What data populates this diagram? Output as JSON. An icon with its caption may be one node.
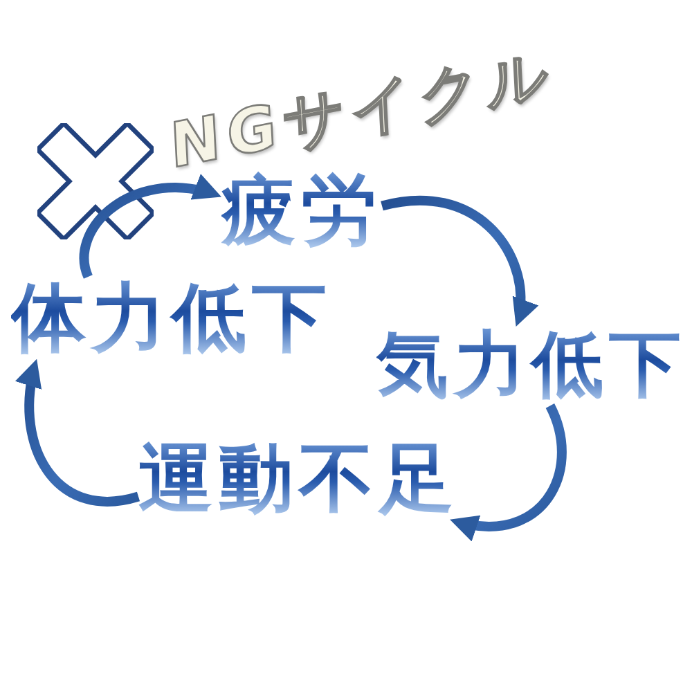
{
  "diagram": {
    "title": "NGサイクル",
    "nodes": [
      {
        "text": [
          "疲労"
        ]
      },
      {
        "text": [
          "体力低下"
        ]
      },
      {
        "text": [
          "気力低下"
        ]
      },
      {
        "text": [
          "運動不足"
        ]
      }
    ],
    "edges": [
      {
        "from": 1,
        "to": 0,
        "arrow": "to"
      },
      {
        "from": 0,
        "to": 2,
        "arrow": "to"
      },
      {
        "from": 2,
        "to": 3,
        "arrow": "to"
      },
      {
        "from": 3,
        "to": 1,
        "arrow": "to"
      }
    ]
  }
}
